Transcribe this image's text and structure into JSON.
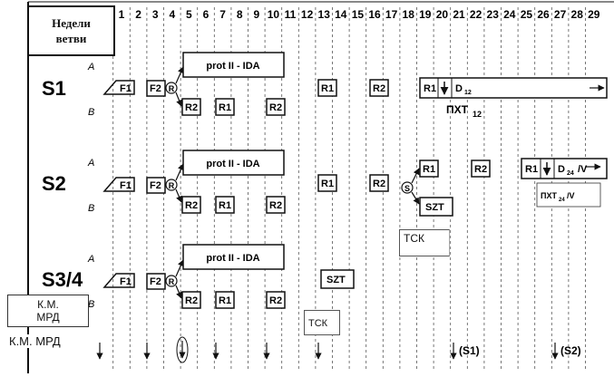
{
  "header": {
    "line1": "Недели",
    "line2": "ветви"
  },
  "weeks": [
    "1",
    "2",
    "3",
    "4",
    "5",
    "6",
    "7",
    "8",
    "9",
    "10",
    "11",
    "12",
    "13",
    "14",
    "15",
    "16",
    "17",
    "18",
    "19",
    "20",
    "21",
    "22",
    "23",
    "24",
    "25",
    "26",
    "27",
    "28",
    "29"
  ],
  "arms": [
    {
      "name": "S1",
      "a": "A",
      "b": "B",
      "f1": "F1",
      "f2": "F2",
      "r": "R",
      "prot": "prot II - IDA",
      "r2": "R2",
      "r1": "R1",
      "d": "D",
      "d_sub": "12",
      "pxt": "ПХТ",
      "pxt_sub": "12"
    },
    {
      "name": "S2",
      "a": "A",
      "b": "B",
      "f1": "F1",
      "f2": "F2",
      "r": "R",
      "prot": "prot II - IDA",
      "r2": "R2",
      "r1": "R1",
      "s": "S",
      "szt": "SZT",
      "d": "D",
      "d_sub": "24",
      "v": "/V",
      "pxt": "ПХТ",
      "pxt_sub": "24",
      "pxt_v": "/V"
    },
    {
      "name": "S3/4",
      "a": "A",
      "b": "B",
      "f1": "F1",
      "f2": "F2",
      "r": "R",
      "prot": "prot II - IDA",
      "r2": "R2",
      "r1": "R1",
      "szt": "SZT"
    }
  ],
  "bottom": {
    "s1": "(S1)",
    "s2": "(S2)"
  },
  "km": {
    "line1": "К.М.",
    "line2": "МРД",
    "label": "К.М. МРД"
  },
  "tsk": "ТСК"
}
